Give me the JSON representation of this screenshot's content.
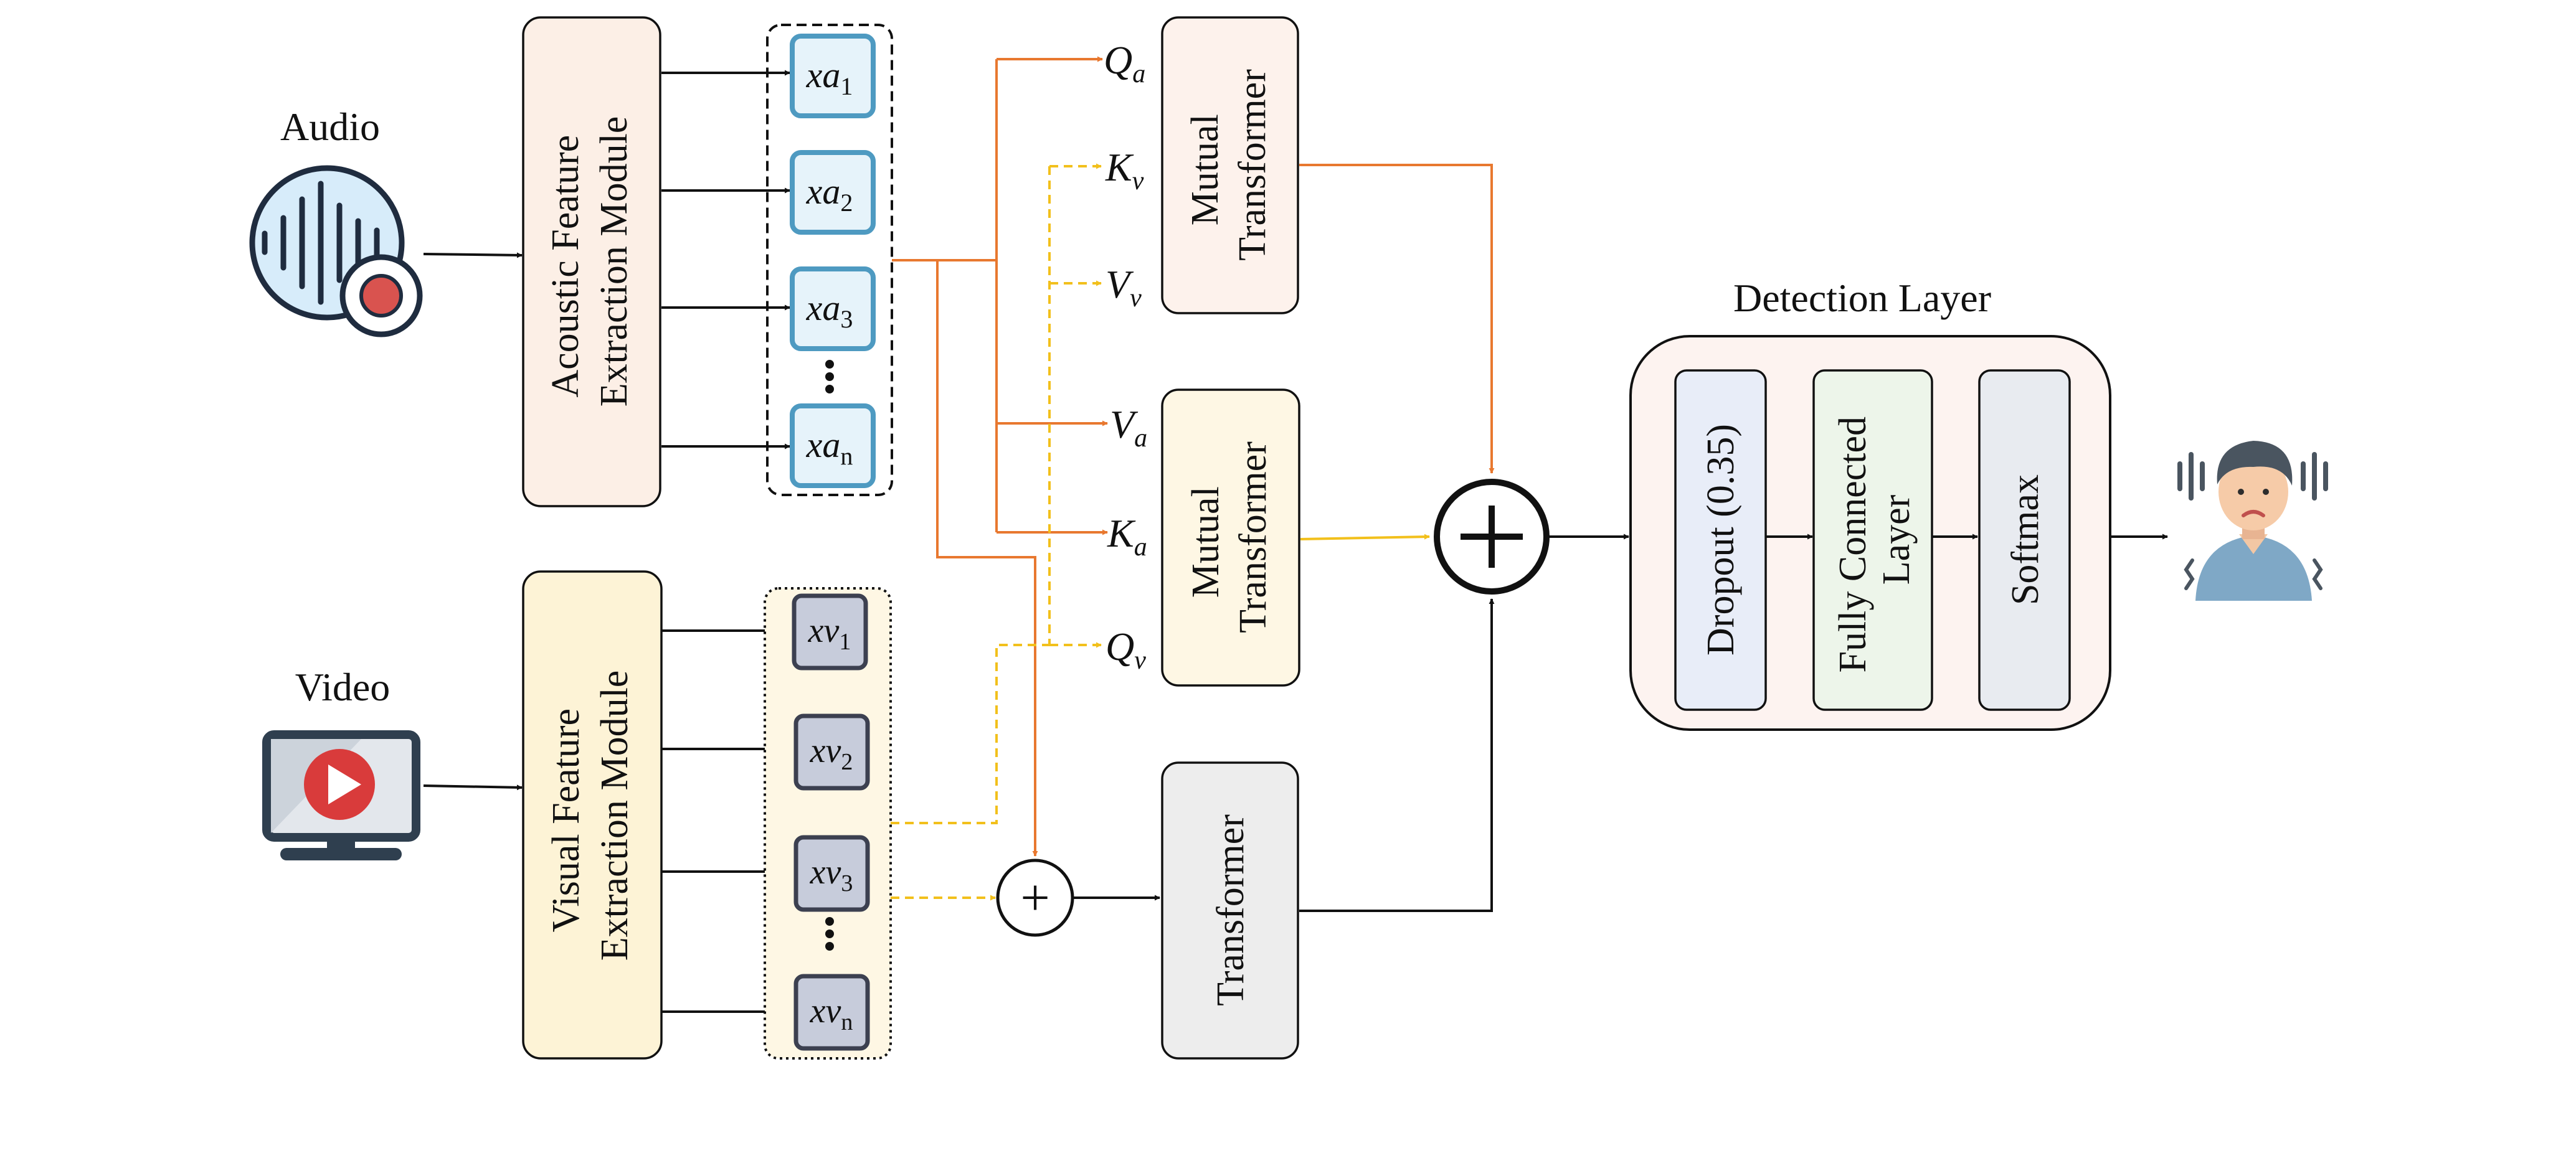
{
  "colors": {
    "orange": "#E8782F",
    "yellow": "#F2C01C",
    "black": "#111111",
    "acoustic_fill": "#FCEFE6",
    "visual_fill": "#FDF3D6",
    "xa_border": "#4E9AC1",
    "xa_fill": "#E6F3FA",
    "xv_border": "#3C4050",
    "xv_fill": "#C7CCDB",
    "mutual1_fill": "#FDF2EC",
    "mutual2_fill": "#FEF7E4",
    "transformer_fill": "#EDEDED",
    "detection_fill": "#FDF3F0",
    "dropout_fill": "#E8EDF8",
    "fc_fill": "#EDF5EA",
    "softmax_fill": "#E8EBF0"
  },
  "inputs": {
    "audio": {
      "label": "Audio",
      "icon": "audio-record-icon"
    },
    "video": {
      "label": "Video",
      "icon": "video-play-monitor-icon"
    }
  },
  "modules": {
    "acoustic": {
      "line1": "Acoustic Feature",
      "line2": "Extraction Module"
    },
    "visual": {
      "line1": "Visual Feature",
      "line2": "Extraction Module"
    }
  },
  "audio_features": [
    {
      "base": "xa",
      "sub": "1"
    },
    {
      "base": "xa",
      "sub": "2"
    },
    {
      "base": "xa",
      "sub": "3"
    },
    {
      "base": "xa",
      "sub": "n"
    }
  ],
  "video_features": [
    {
      "base": "xv",
      "sub": "1"
    },
    {
      "base": "xv",
      "sub": "2"
    },
    {
      "base": "xv",
      "sub": "3"
    },
    {
      "base": "xv",
      "sub": "n"
    }
  ],
  "qkv": {
    "qa": {
      "base": "Q",
      "sub": "a"
    },
    "kv": {
      "base": "K",
      "sub": "v"
    },
    "vv": {
      "base": "V",
      "sub": "v"
    },
    "va": {
      "base": "V",
      "sub": "a"
    },
    "ka": {
      "base": "K",
      "sub": "a"
    },
    "qv": {
      "base": "Q",
      "sub": "v"
    }
  },
  "blocks": {
    "mutual_1": {
      "line1": "Mutual",
      "line2": "Transformer"
    },
    "mutual_2": {
      "line1": "Mutual",
      "line2": "Transformer"
    },
    "transformer": "Transformer"
  },
  "operators": {
    "plus": "+"
  },
  "detection": {
    "title": "Detection Layer",
    "dropout": "Dropout (0.35)",
    "fc_line1": "Fully Connected",
    "fc_line2": "Layer",
    "softmax": "Softmax"
  },
  "output": {
    "icon": "depressed-person-icon"
  }
}
